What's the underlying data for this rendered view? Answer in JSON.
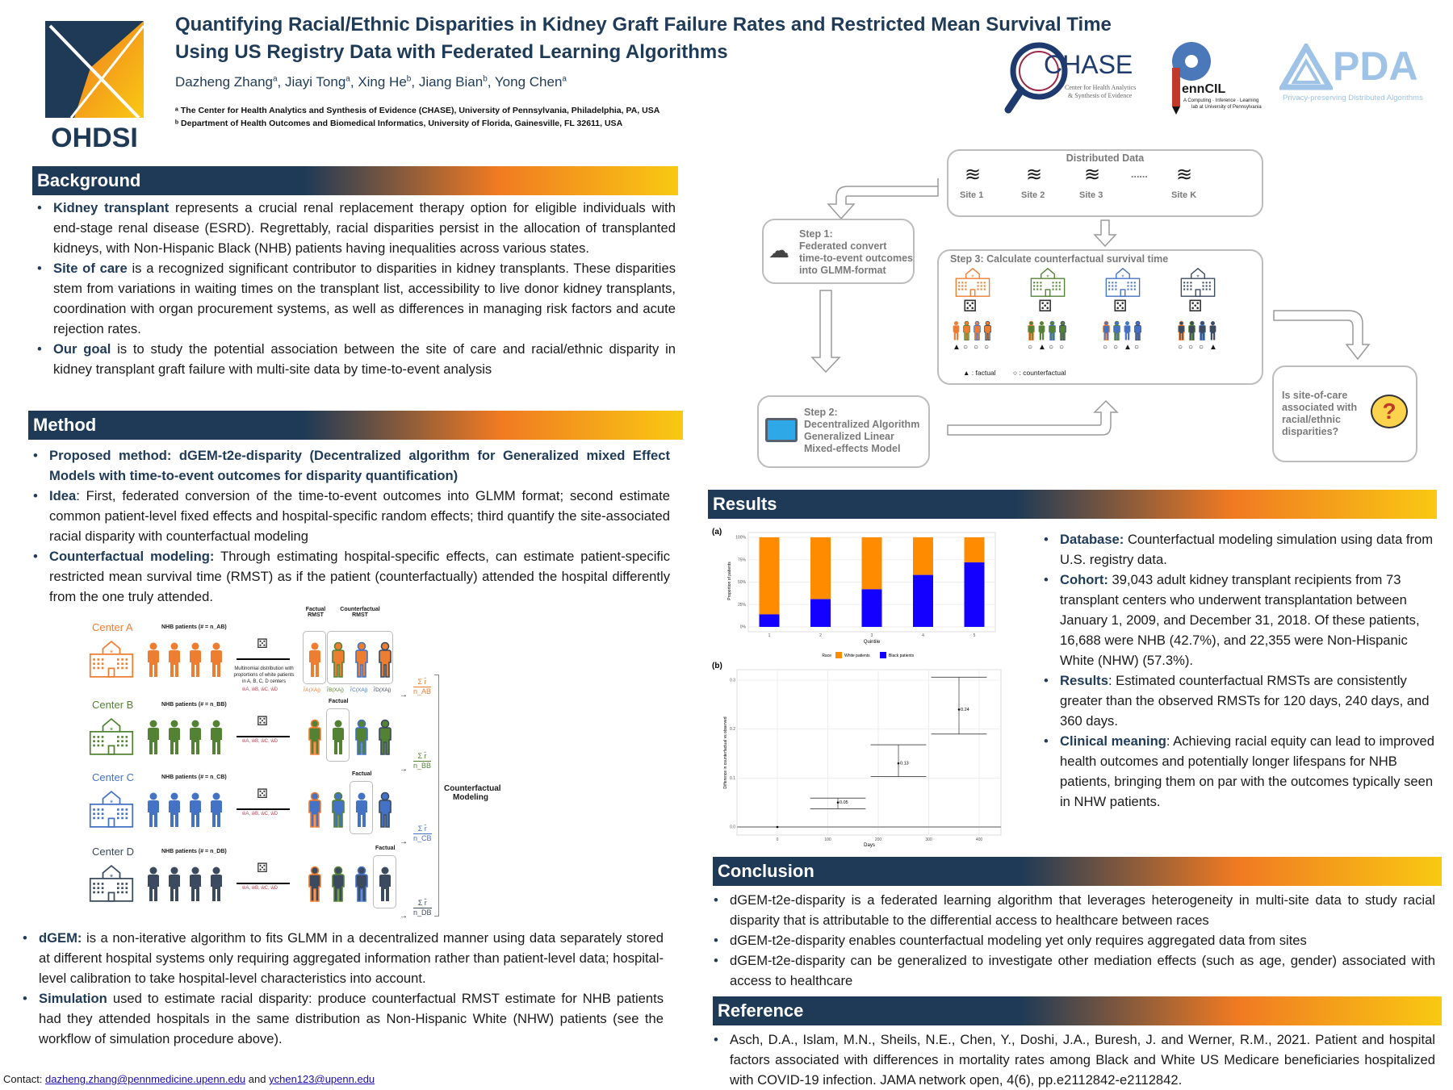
{
  "header": {
    "title_line1": "Quantifying Racial/Ethnic Disparities in Kidney Graft Failure Rates and Restricted Mean Survival Time",
    "title_line2": "Using US Registry Data with Federated Learning Algorithms",
    "authors": [
      {
        "name": "Dazheng Zhang",
        "sup": "a"
      },
      {
        "name": "Jiayi Tong",
        "sup": "a"
      },
      {
        "name": "Xing He",
        "sup": "b"
      },
      {
        "name": "Jiang Bian",
        "sup": "b"
      },
      {
        "name": "Yong Chen",
        "sup": "a"
      }
    ],
    "affiliation_a": "ᵃ The Center for Health Analytics and Synthesis of Evidence (CHASE), University of Pennsylvania, Philadelphia, PA, USA",
    "affiliation_b": "ᵇ Department of Health Outcomes and Biomedical Informatics, University of Florida, Gainesville, FL 32611, USA"
  },
  "logos": {
    "ohdsi": "OHDSI",
    "chase": "CHASE",
    "chase_sub1": "Center for Health Analytics",
    "chase_sub2": "& Synthesis of Evidence",
    "penncil": "ennCIL",
    "penncil_sub1": "A Computing · Inference · Learning",
    "penncil_sub2": "lab at University of Pennsylvania",
    "pda": "PDA",
    "pda_sub": "Privacy-preserving Distributed Algorithms"
  },
  "colors": {
    "navy": "#1e3a56",
    "orange": "#f07a22",
    "yellow": "#f9c912",
    "centerA": "#ed7d31",
    "centerB": "#548235",
    "centerC": "#4472c4",
    "centerD": "#3b4a5e",
    "white_bar": "#ff8c00",
    "black_bar": "#1400ff"
  },
  "background": {
    "heading": "Background",
    "items": [
      {
        "b": "Kidney transplant",
        "t": " represents a crucial renal replacement therapy option for eligible individuals with end-stage renal disease (ESRD). Regrettably, racial disparities persist in the allocation of transplanted kidneys, with Non-Hispanic Black (NHB) patients having inequalities across various states."
      },
      {
        "b": "Site of care",
        "t": " is a recognized significant contributor to disparities in kidney transplants. These disparities stem from variations in waiting times on the transplant list, accessibility to live donor kidney transplants, coordination with organ procurement systems, as well as differences in managing risk factors and acute rejection rates."
      },
      {
        "b": "Our goal",
        "t": " is to study the potential association between the site of care and racial/ethnic disparity in kidney transplant graft failure with multi-site data by time-to-event analysis"
      }
    ]
  },
  "method": {
    "heading": "Method",
    "items": [
      {
        "b": "Proposed method: dGEM-t2e-disparity (Decentralized algorithm for Generalized mixed Effect Models with time-to-event outcomes for disparity quantification)",
        "t": ""
      },
      {
        "b": "Idea",
        "t": ": First, federated conversion of the time-to-event outcomes into GLMM format; second estimate common patient-level fixed effects and hospital-specific random effects; third quantify the site-associated racial disparity  with counterfactual modeling"
      },
      {
        "b": "Counterfactual modeling:",
        "t": " Through estimating hospital-specific effects, can estimate patient-specific restricted mean survival time (RMST) as if the patient (counterfactually) attended the hospital differently from the one truly attended."
      }
    ],
    "items2": [
      {
        "b": "dGEM:",
        "t": "  is a non-iterative algorithm to fits GLMM in a decentralized manner using data separately stored at different hospital systems only requiring aggregated information rather than patient-level data; hospital-level calibration to take hospital-level characteristics into account."
      },
      {
        "b": "Simulation",
        "t": " used to estimate racial disparity: produce counterfactual RMST estimate for NHB patients had they attended hospitals in the same distribution as Non-Hispanic White (NHW) patients (see the workflow of simulation procedure above)."
      }
    ]
  },
  "diagram": {
    "centers": [
      {
        "label": "Center A",
        "patients": "NHB patients (# = n_AB)",
        "sum_den": "n_AB",
        "factual": 0
      },
      {
        "label": "Center B",
        "patients": "NHB patients (# = n_BB)",
        "sum_den": "n_BB",
        "factual": 1
      },
      {
        "label": "Center C",
        "patients": "NHB patients (# = n_CB)",
        "sum_den": "n_CB",
        "factual": 2
      },
      {
        "label": "Center D",
        "patients": "NHB patients (# = n_DB)",
        "sum_den": "n_DB",
        "factual": 3
      }
    ],
    "sum_num": "Σ r̂",
    "factual_label": "Factual",
    "factual_rmst": "Factual RMST",
    "counterfactual_rmst": "Counterfactual RMST",
    "multinomial_1": "Multinomial distribution with",
    "multinomial_2": "proportions of white patients",
    "multinomial_3": "in A, B, C, D centers",
    "weights": "ŵA, ŵB, ŵC, ŵD",
    "rmst_labels": [
      "r̂A(XAj)",
      "r̂B(XAj)",
      "r̂C(XAj)",
      "r̂D(XAj)"
    ],
    "modeling_label": "Counterfactual Modeling"
  },
  "flow": {
    "distributed_title": "Distributed Data",
    "sites": [
      "Site 1",
      "Site 2",
      "Site 3",
      "Site K"
    ],
    "ellipsis": "......",
    "step1": [
      "Step 1:",
      "Federated convert",
      "time-to-event outcomes",
      "into GLMM-format"
    ],
    "step2": [
      "Step 2:",
      "Decentralized Algorithm",
      "Generalized Linear",
      "Mixed-effects Model"
    ],
    "step3_title": "Step 3: Calculate counterfactual survival time",
    "step3_markers": [
      [
        "▲",
        "○",
        "○",
        "○"
      ],
      [
        "○",
        "▲",
        "○",
        "○"
      ],
      [
        "○",
        "○",
        "▲",
        "○"
      ],
      [
        "○",
        "○",
        "○",
        "▲"
      ]
    ],
    "legend_factual": "▲ : factual",
    "legend_counterfactual": "○ : counterfactual",
    "question": [
      "Is site-of-care",
      "associated with",
      "racial/ethnic",
      "disparities?"
    ]
  },
  "results": {
    "heading": "Results",
    "items": [
      {
        "b": "Database:",
        "t": " Counterfactual modeling simulation using data from U.S. registry data."
      },
      {
        "b": "Cohort:",
        "t": " 39,043 adult kidney transplant recipients from 73 transplant centers who underwent transplantation between January 1, 2009, and December 31, 2018. Of these patients, 16,688 were NHB (42.7%), and 22,355 were Non-Hispanic White (NHW) (57.3%)."
      },
      {
        "b": "Results",
        "t": ": Estimated counterfactual RMSTs are consistently greater than the observed RMSTs for 120 days, 240 days, and 360 days."
      },
      {
        "b": "Clinical meaning",
        "t": ": Achieving racial equity can lead to improved health outcomes and potentially longer lifespans for NHB patients, bringing them on par with the outcomes typically seen in NHW patients."
      }
    ]
  },
  "chart_data": [
    {
      "panel": "(a)",
      "type": "bar",
      "stacked": true,
      "categories": [
        "1",
        "2",
        "3",
        "4",
        "5"
      ],
      "series": [
        {
          "name": "White patients",
          "values": [
            0.86,
            0.69,
            0.58,
            0.42,
            0.28
          ]
        },
        {
          "name": "Black patients",
          "values": [
            0.14,
            0.31,
            0.42,
            0.58,
            0.72
          ]
        }
      ],
      "xlabel": "Quintile",
      "ylabel": "Proportion of patients",
      "yticks": [
        "0%",
        "25%",
        "50%",
        "75%",
        "100%"
      ],
      "ylim": [
        0,
        1
      ],
      "legend_title": "Race",
      "legend_position": "bottom",
      "grid": true
    },
    {
      "panel": "(b)",
      "type": "scatter",
      "errorbars": true,
      "points": [
        {
          "x": 0,
          "y": 0,
          "lo": 0,
          "hi": 0,
          "label": ""
        },
        {
          "x": 120,
          "y": 0.05,
          "lo": 0.037,
          "hi": 0.059,
          "label": "0.05"
        },
        {
          "x": 240,
          "y": 0.13,
          "lo": 0.103,
          "hi": 0.168,
          "label": "0.13"
        },
        {
          "x": 360,
          "y": 0.24,
          "lo": 0.19,
          "hi": 0.306,
          "label": "0.24"
        }
      ],
      "xlabel": "Days",
      "ylabel": "Difference in counterfactual vs observed",
      "xticks": [
        "0",
        "100",
        "200",
        "300",
        "400"
      ],
      "yticks": [
        "0.0",
        "0.1",
        "0.2",
        "0.3"
      ],
      "xlim": [
        -90,
        440
      ],
      "ylim": [
        -0.02,
        0.32
      ],
      "grid": true
    }
  ],
  "conclusion": {
    "heading": "Conclusion",
    "items": [
      {
        "b": "",
        "t": "dGEM-t2e-disparity is a federated learning algorithm that leverages heterogeneity in multi-site data to study racial disparity that is attributable to the differential access to healthcare between races"
      },
      {
        "b": "",
        "t": "dGEM-t2e-disparity enables counterfactual modeling yet only requires aggregated data from sites"
      },
      {
        "b": "",
        "t": "dGEM-t2e-disparity can be generalized to investigate other mediation effects (such as age, gender) associated with access to healthcare"
      }
    ]
  },
  "reference": {
    "heading": "Reference",
    "items": [
      {
        "b": "",
        "t": "Asch, D.A., Islam, M.N., Sheils, N.E., Chen, Y., Doshi, J.A., Buresh, J. and Werner, R.M., 2021. Patient and hospital factors associated with differences in mortality rates among Black and White US Medicare beneficiaries hospitalized with COVID-19 infection. JAMA network open, 4(6), pp.e2112842-e2112842."
      }
    ]
  },
  "contact": {
    "label": "Contact:",
    "email1": "dazheng.zhang@pennmedicine.upenn.edu",
    "and": "and",
    "email2": "ychen123@upenn.edu"
  }
}
